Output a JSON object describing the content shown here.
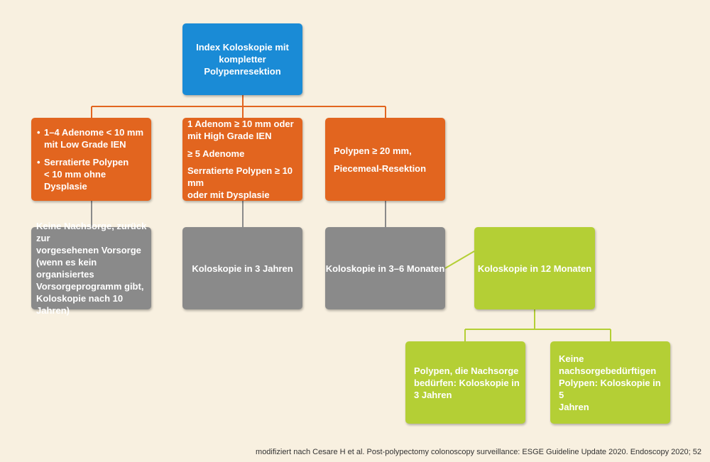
{
  "colors": {
    "background": "#f8f0e0",
    "index_box": "#1a8bd6",
    "finding_box": "#e2651f",
    "interval_box": "#8a8a8a",
    "followup_box": "#b4cf35",
    "connector_orange": "#e2651f",
    "connector_gray": "#8a8a8a",
    "connector_green": "#b4cf35"
  },
  "index": {
    "lines": [
      "Index Koloskopie mit",
      "kompletter",
      "Polypenresektion"
    ]
  },
  "findings": [
    {
      "bullets": [
        [
          "1–4 Adenome < 10 mm",
          "mit Low Grade IEN"
        ],
        [
          "Serratierte Polypen",
          "< 10 mm ohne Dysplasie"
        ]
      ],
      "bullet_glyph": "•"
    },
    {
      "paragraphs": [
        [
          "1 Adenom ≥ 10 mm oder",
          "mit High Grade IEN"
        ],
        [
          "≥ 5 Adenome"
        ],
        [
          "Serratierte Polypen ≥ 10 mm",
          "oder mit Dysplasie"
        ]
      ]
    },
    {
      "paragraphs": [
        [
          "Polypen ≥ 20 mm,"
        ],
        [
          "Piecemeal-Resektion"
        ]
      ]
    }
  ],
  "intervals": [
    {
      "lines": [
        "Keine Nachsorge, zurück zur",
        "vorgesehenen Vorsorge",
        "(wenn es kein organisiertes",
        "Vorsorgeprogramm gibt,",
        "Koloskopie nach 10 Jahren)"
      ]
    },
    {
      "lines": [
        "Koloskopie in 3 Jahren"
      ]
    },
    {
      "lines": [
        "Koloskopie in 3–6 Monaten"
      ]
    }
  ],
  "followup": {
    "lines": [
      "Koloskopie in 12 Monaten"
    ]
  },
  "outcomes": [
    {
      "lines": [
        "Polypen, die Nachsorge",
        "bedürfen: Koloskopie in",
        "3 Jahren"
      ]
    },
    {
      "lines": [
        "Keine nachsorgebedürftigen",
        "Polypen: Koloskopie in 5",
        "Jahren"
      ]
    }
  ],
  "source": "modifiziert nach Cesare H et al. Post-polypectomy colonoscopy surveillance: ESGE Guideline Update 2020. Endoscopy 2020; 52"
}
